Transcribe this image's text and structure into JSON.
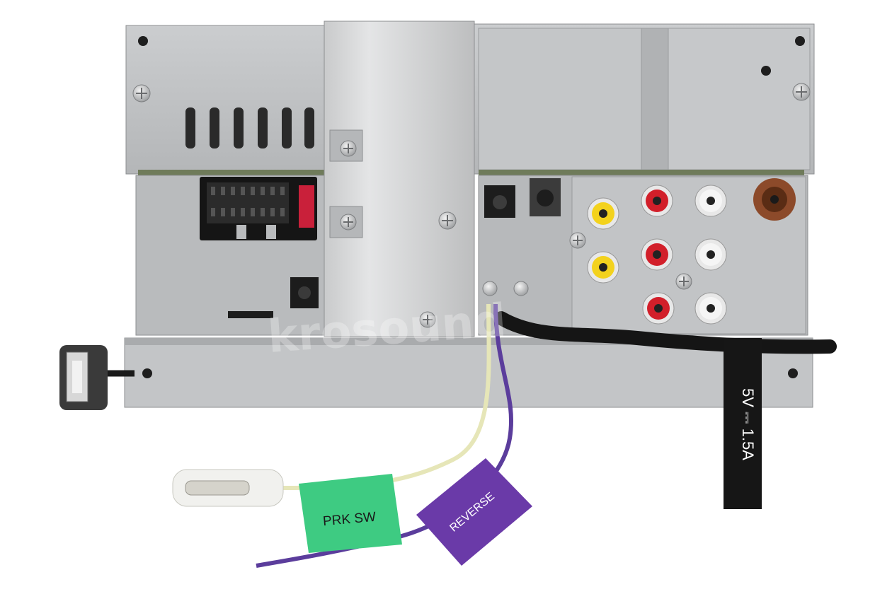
{
  "labels": {
    "prk_sw": "PRK SW",
    "reverse": "REVERSE",
    "usb_rating": "5V ⎓ 1.5A"
  },
  "watermark": {
    "text": "krosound"
  },
  "colors": {
    "chassis": "#bfc1c3",
    "chassis_dark": "#9ea1a4",
    "bracket": "#d9dadb",
    "tag_green": "#3ecb82",
    "tag_purple": "#6a3aa8",
    "wire_yellow": "#e6e6b8",
    "wire_purple": "#5b3d9c",
    "rca_yellow": "#f3d21d",
    "rca_red": "#d21f2a",
    "rca_white": "#eeeeee",
    "rca_brown": "#7a3b1f",
    "usb_tag": "#1a1a1a"
  }
}
